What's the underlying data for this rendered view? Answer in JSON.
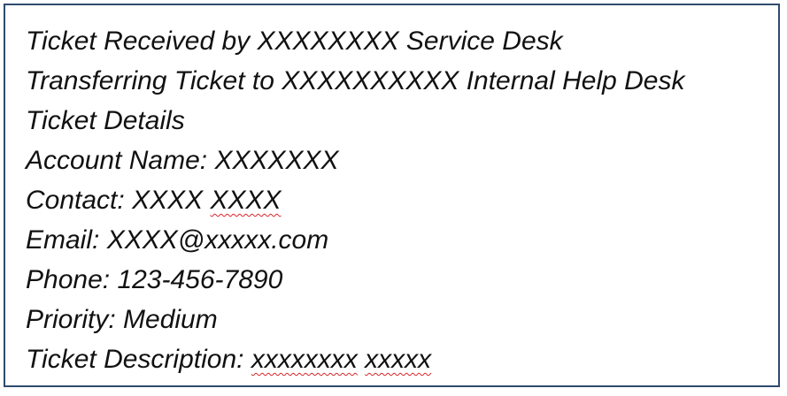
{
  "document": {
    "lines": [
      {
        "text": "Ticket Received by XXXXXXXX Service Desk"
      },
      {
        "text": "Transferring Ticket to XXXXXXXXXX Internal Help Desk"
      },
      {
        "text": "Ticket Details"
      },
      {
        "label": "Account Name:",
        "value": "XXXXXXX"
      },
      {
        "label": "Contact:",
        "value_plain": "XXXX",
        "value_flagged": "XXXX"
      },
      {
        "label": "Email:",
        "value": "XXXX@xxxxx.com"
      },
      {
        "label": "Phone:",
        "value": "123-456-7890"
      },
      {
        "label": "Priority:",
        "value": "Medium"
      },
      {
        "label": "Ticket Description:",
        "value_flagged_1": "xxxxxxxx",
        "value_flagged_2": "xxxxx"
      }
    ]
  },
  "colors": {
    "border": "#2f4b6e",
    "text": "#111111",
    "spellcheck_underline": "#d9262a"
  }
}
